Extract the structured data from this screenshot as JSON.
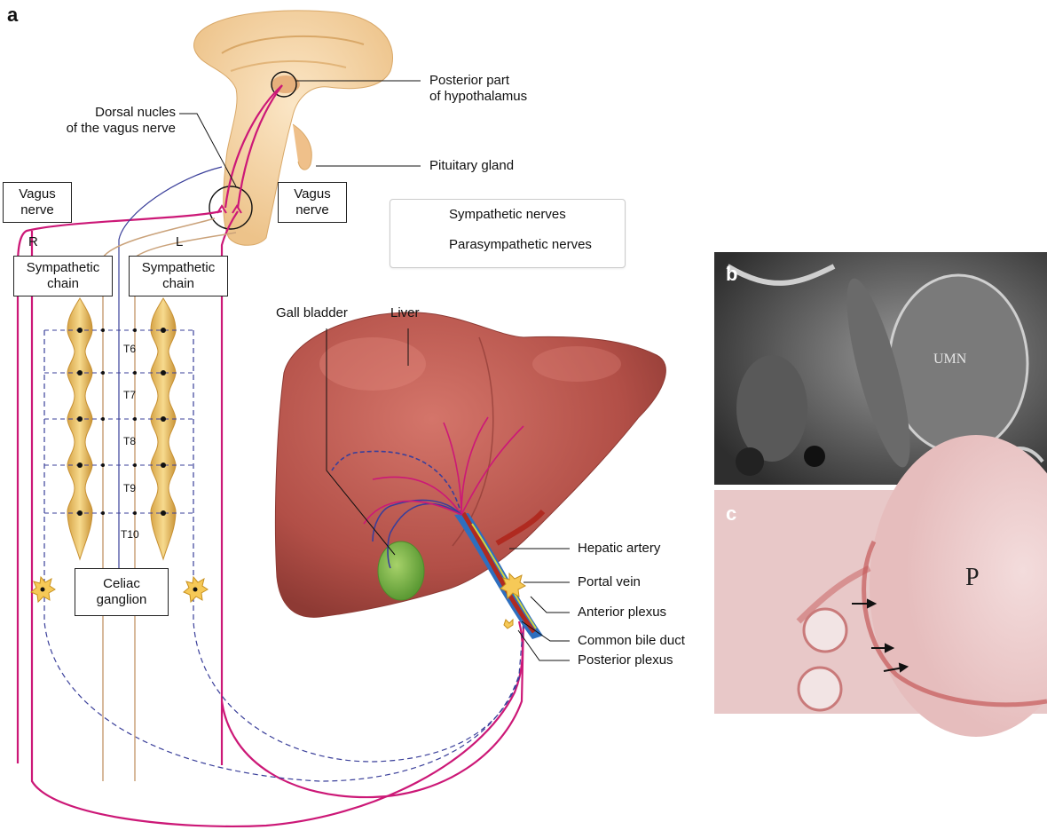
{
  "panels": {
    "a": "a",
    "b": "b",
    "c": "c"
  },
  "labels": {
    "hypothalamus": "Posterior part\nof hypothalamus",
    "dorsal_nucleus": "Dorsal nucles\nof the vagus nerve",
    "pituitary": "Pituitary gland",
    "vagus_left_box": "Vagus\nnerve",
    "vagus_right_box": "Vagus\nnerve",
    "side_r": "R",
    "side_l": "L",
    "sympathetic_chain_r": "Sympathetic\nchain",
    "sympathetic_chain_l": "Sympathetic\nchain",
    "celiac_ganglion": "Celiac\nganglion",
    "gall_bladder": "Gall bladder",
    "liver": "Liver",
    "hepatic_artery": "Hepatic artery",
    "portal_vein": "Portal vein",
    "anterior_plexus": "Anterior plexus",
    "common_bile_duct": "Common bile duct",
    "posterior_plexus": "Posterior plexus"
  },
  "vertebral_levels": [
    "T6",
    "T7",
    "T8",
    "T9",
    "T10"
  ],
  "legend": {
    "sympathetic": "Sympathetic nerves",
    "parasympathetic": "Parasympathetic nerves"
  },
  "micrographs": {
    "b_label": "UMN",
    "c_label": "P"
  },
  "colors": {
    "sympathetic": "#3a3f9a",
    "parasympathetic": "#cc1877",
    "ganglion": "#f0c870",
    "liver": "#b8504a",
    "gall_bladder": "#7cb24a",
    "brain": "#f4d3a0"
  }
}
